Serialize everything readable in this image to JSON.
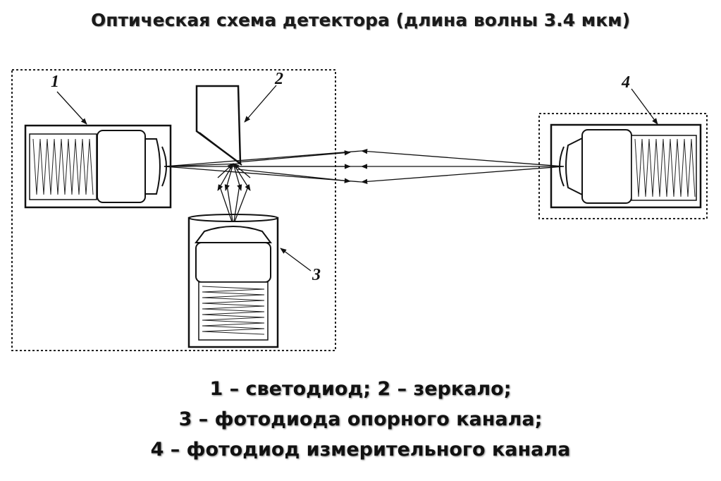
{
  "title": "Оптическая схема детектора (длина волны 3.4 мкм)",
  "labels": {
    "n1": "1",
    "n2": "2",
    "n3": "3",
    "n4": "4"
  },
  "legend": [
    "1 – светодиод; 2 – зеркало;",
    "3 – фотодиода опорного канала;",
    "4 – фотодиод измерительного канала"
  ]
}
